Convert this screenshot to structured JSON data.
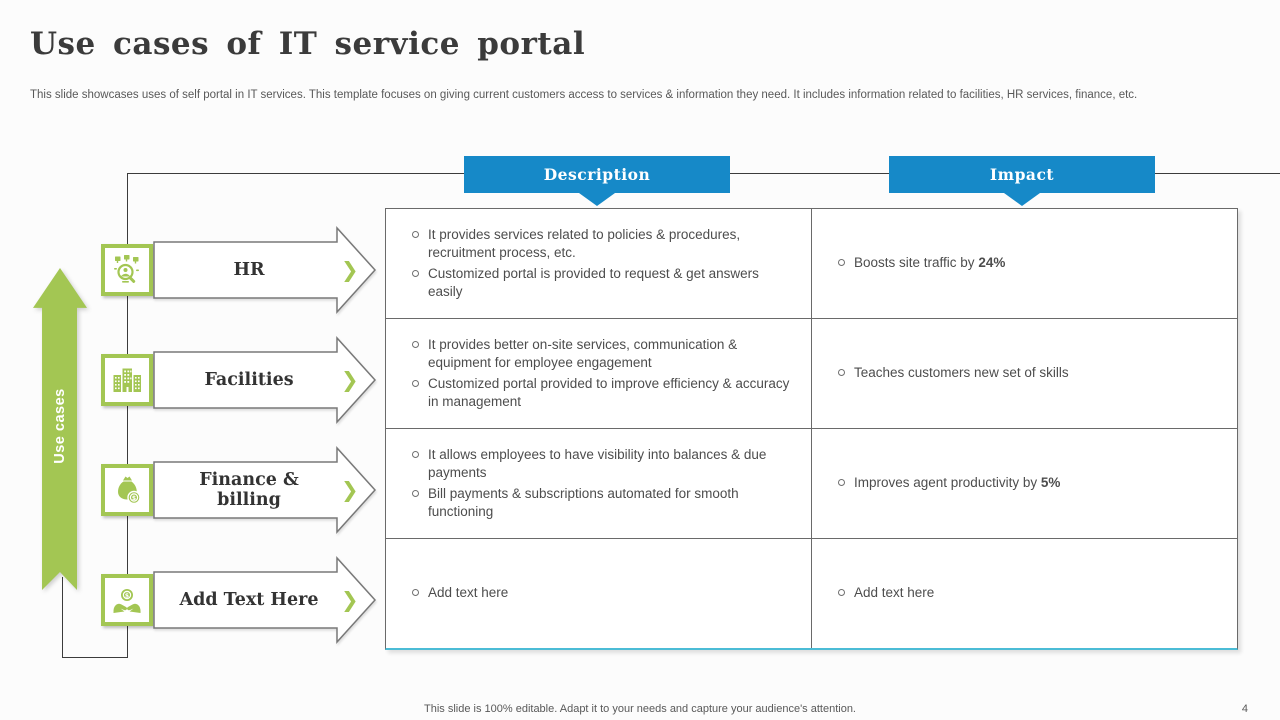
{
  "slide": {
    "title": "Use cases of IT service portal",
    "subtitle": "This slide showcases uses of self portal in IT services. This template focuses on giving current customers access to services & information they need. It includes information related to facilities, HR services, finance, etc.",
    "footer_note": "This slide is 100% editable. Adapt it to your needs and capture your audience's attention.",
    "page_number": "4"
  },
  "colors": {
    "accent_green": "#A3C653",
    "accent_blue": "#1689C8",
    "table_bottom_border": "#4BBCD6"
  },
  "left_panel": {
    "axis_label": "Use cases"
  },
  "column_headers": {
    "description": "Description",
    "impact": "Impact"
  },
  "icons": {
    "chevron_right": "❯"
  },
  "use_cases": [
    {
      "label": "HR",
      "icon": "hr-recruitment-search-icon",
      "description": [
        "It provides services related to policies & procedures, recruitment process, etc.",
        "Customized portal is provided to request & get answers easily"
      ],
      "impact": {
        "text": "Boosts site traffic by ",
        "bold": "24%"
      }
    },
    {
      "label": "Facilities",
      "icon": "office-buildings-icon",
      "description": [
        "It provides better on-site services, communication & equipment for employee engagement",
        "Customized portal provided  to improve efficiency & accuracy in management"
      ],
      "impact": {
        "text": "Teaches customers new set of skills",
        "bold": ""
      }
    },
    {
      "label": "Finance & billing",
      "icon": "money-bag-icon",
      "description": [
        "It allows employees to have visibility into balances & due payments",
        "Bill payments & subscriptions automated for smooth functioning"
      ],
      "impact": {
        "text": "Improves agent productivity by ",
        "bold": "5%"
      }
    },
    {
      "label": "Add Text Here",
      "icon": "hands-holding-coin-icon",
      "description": [
        "Add text here"
      ],
      "impact": {
        "text": "Add text here",
        "bold": ""
      }
    }
  ]
}
